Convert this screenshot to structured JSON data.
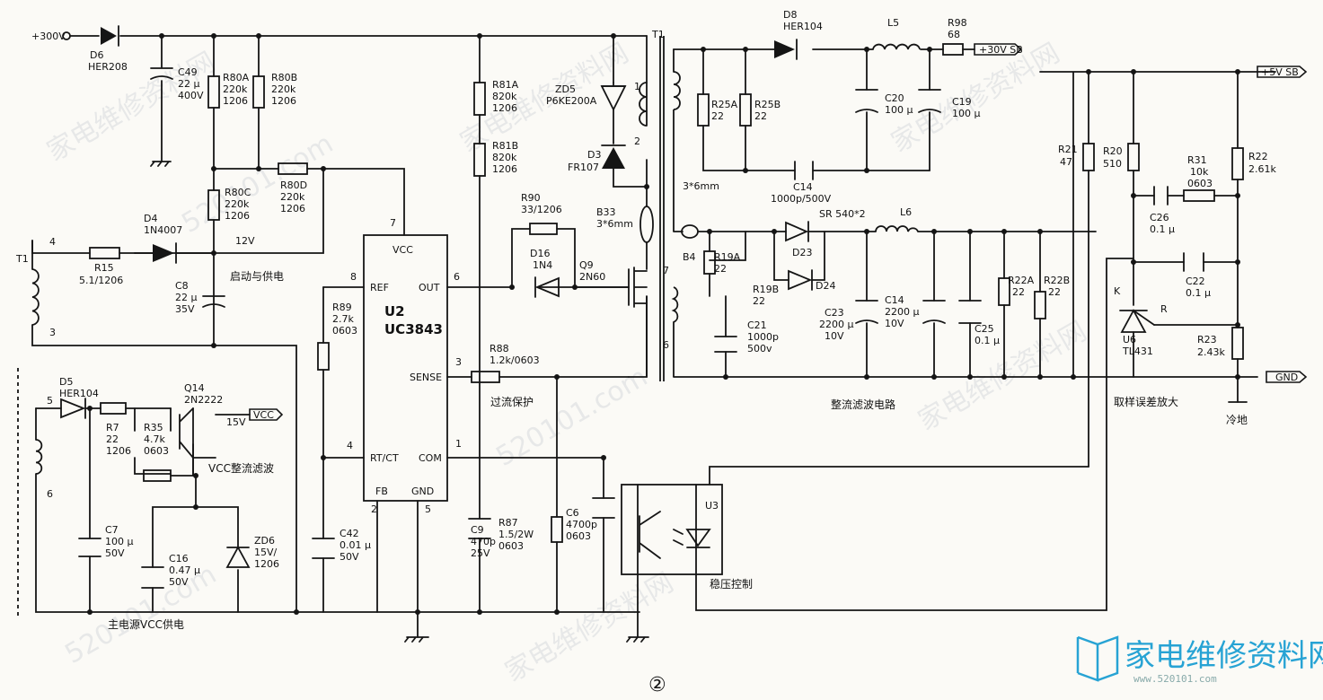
{
  "nets": {
    "in300": "+300V",
    "out30": "+30V SB",
    "out5": "+5V SB",
    "gnd": "GND",
    "vcc": "VCC"
  },
  "labels": {
    "d6": "D6",
    "d6v": "HER208",
    "c49": "C49",
    "c49a": "22 μ",
    "c49b": "400V",
    "r80a": "R80A",
    "r80av": "220k",
    "r80ap": "1206",
    "r80b": "R80B",
    "r80bv": "220k",
    "r80bp": "1206",
    "r80c": "R80C",
    "r80cv": "220k",
    "r80cp": "1206",
    "r80d": "R80D",
    "r80dv": "220k",
    "r80dp": "1206",
    "d4": "D4",
    "d4v": "1N4007",
    "v12": "12V",
    "r15": "R15",
    "r15v": "5.1/1206",
    "c8": "C8",
    "c8a": "22 μ",
    "c8b": "35V",
    "t1a": "T1",
    "p4": "4",
    "p3": "3",
    "p5": "5",
    "p6": "6",
    "d5": "D5",
    "d5v": "HER104",
    "r7": "R7",
    "r7a": "22",
    "r7b": "1206",
    "q14": "Q14",
    "q14v": "2N2222",
    "v15": "15V",
    "r35": "R35",
    "r35a": "4.7k",
    "r35b": "0603",
    "c7": "C7",
    "c7a": "100 μ",
    "c7b": "50V",
    "c16": "C16",
    "c16a": "0.47 μ",
    "c16b": "50V",
    "zd6": "ZD6",
    "zd6a": "15V/",
    "zd6b": "1206",
    "r89": "R89",
    "r89a": "2.7k",
    "r89b": "0603",
    "c42": "C42",
    "c42a": "0.01 μ",
    "c42b": "50V",
    "u2": "U2",
    "u2v": "UC3843",
    "vccpin": "VCC",
    "refpin": "REF",
    "outpin": "OUT",
    "sensepin": "SENSE",
    "rtctpin": "RT/CT",
    "compin": "COM",
    "fbpin": "FB",
    "gndpin": "GND",
    "n7": "7",
    "n8": "8",
    "n6": "6",
    "n3": "3",
    "n4": "4",
    "n1": "1",
    "n2": "2",
    "n5": "5",
    "r81a": "R81A",
    "r81av": "820k",
    "r81ap": "1206",
    "r81b": "R81B",
    "r81bv": "820k",
    "r81bp": "1206",
    "zd5": "ZD5",
    "zd5v": "P6KE200A",
    "d3": "D3",
    "d3v": "FR107",
    "r90": "R90",
    "r90v": "33/1206",
    "d16": "D16",
    "d16v": "1N4",
    "b33": "B33",
    "b33v": "3*6mm",
    "q9": "Q9",
    "q9v": "2N60",
    "r88": "R88",
    "r88v": "1.2k/0603",
    "c9": "C9",
    "c9a": "470p",
    "c9b": "25V",
    "r87": "R87",
    "r87a": "1.5/2W",
    "r87b": "0603",
    "c6": "C6",
    "c6a": "4700p",
    "c6b": "0603",
    "t1b": "T1",
    "tp1": "1",
    "tp2": "2",
    "tp7": "7",
    "tp6": "6",
    "d8": "D8",
    "d8v": "HER104",
    "l5": "L5",
    "r98": "R98",
    "r98v": "68",
    "r25a": "R25A",
    "r25av": "22",
    "r25b": "R25B",
    "r25bv": "22",
    "c20": "C20",
    "c20v": "100 μ",
    "c19": "C19",
    "c19v": "100 μ",
    "c14a": "C14",
    "c14av": "1000p/500V",
    "bead": "3*6mm",
    "b4": "B4",
    "r19a": "R19A",
    "r19av": "22",
    "r19b": "R19B",
    "r19bv": "22",
    "c21": "C21",
    "c21a": "1000p",
    "c21b": "500v",
    "sr": "SR 540*2",
    "d23": "D23",
    "d24": "D24",
    "l6": "L6",
    "c23": "C23",
    "c23a": "2200 μ",
    "c23b": "10V",
    "c14": "C14",
    "c14a2": "2200 μ",
    "c14b2": "10V",
    "c25": "C25",
    "c25v": "0.1 μ",
    "r22a": "R22A",
    "r22av": "22",
    "r22b": "R22B",
    "r22bv": "22",
    "r21": "R21",
    "r21v": "47",
    "r20": "R20",
    "r20v": "510",
    "r31": "R31",
    "r31a": "10k",
    "r31b": "0603",
    "r22": "R22",
    "r22v": "2.61k",
    "c26": "C26",
    "c26v": "0.1 μ",
    "c22": "C22",
    "c22v": "0.1 μ",
    "kpin": "K",
    "rpin": "R",
    "u6": "U6",
    "u6v": "TL431",
    "r23": "R23",
    "r23v": "2.43k",
    "u3": "U3"
  },
  "sections": {
    "startup": "启动与供电",
    "vccfilter": "VCC整流滤波",
    "mainvcc": "主电源VCC供电",
    "ocp": "过流保护",
    "rectifier": "整流滤波电路",
    "sampling": "取样误差放大",
    "coldground": "冷地",
    "regulation": "稳压控制"
  },
  "figure_number": "②",
  "watermark": {
    "site_cn": "家电维修资料网",
    "site_num": "520101.com",
    "logo_text": "家电维修资料网",
    "logo_url": "www.520101.com"
  }
}
